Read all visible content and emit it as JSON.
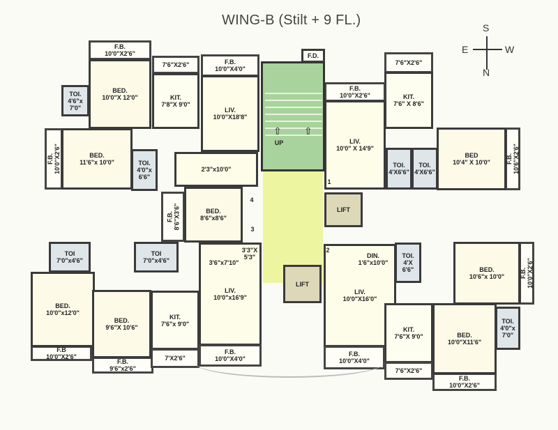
{
  "title": "WING-B (Stilt + 9 FL.)",
  "compass": {
    "north": "N",
    "south": "S",
    "east": "E",
    "west": "W"
  },
  "core": {
    "fire_duct": "F.D.",
    "stair_up": "UP",
    "lift_a": "LIFT",
    "lift_b": "LIFT",
    "flat_1": "1",
    "flat_2": "2",
    "flat_3": "3",
    "flat_4": "4"
  },
  "rooms": {
    "tl_fb_top": {
      "name": "F.B.",
      "size": "10'0\"X2'6\""
    },
    "tl_bed1": {
      "name": "BED.",
      "size": "10'0\"X 12'0\""
    },
    "tl_toi1": {
      "name": "TOI.",
      "size": "4'6\"x 7'0\""
    },
    "tl_kit_fb": {
      "name": "",
      "size": "7'6\"X2'6\""
    },
    "tl_kit": {
      "name": "KIT.",
      "size": "7'8\"X 9'0\""
    },
    "tl_liv_fb": {
      "name": "F.B.",
      "size": "10'0\"X4'0\""
    },
    "tl_liv": {
      "name": "LIV.",
      "size": "10'0\"X18'8\""
    },
    "tl_dining": {
      "name": "",
      "size": "2'3\"x10'0\""
    },
    "tl_fb_side": {
      "name": "F.B.",
      "size": "10'0\"X2'6\""
    },
    "tl_bed2": {
      "name": "BED.",
      "size": "11'6\"x 10'0\""
    },
    "tl_toi2": {
      "name": "TOI.",
      "size": "4'0\"x 6'6\""
    },
    "tl_fb_small": {
      "name": "F.B.",
      "size": "8'6\"X3'6\""
    },
    "tl_bed3": {
      "name": "BED.",
      "size": "8'6\"x8'6\""
    },
    "tr_kit_fb": {
      "name": "",
      "size": "7'6\"X2'6\""
    },
    "tr_kit": {
      "name": "KIT.",
      "size": "7'6\" X 8'6\""
    },
    "tr_liv_fb": {
      "name": "F.B.",
      "size": "10'0\"X2'6\""
    },
    "tr_liv": {
      "name": "LIV.",
      "size": "10'0\" X 14'9\""
    },
    "tr_toi1": {
      "name": "TOI.",
      "size": "4'X6'6\""
    },
    "tr_toi2": {
      "name": "TOI.",
      "size": "4'X6'6\""
    },
    "tr_bed": {
      "name": "BED",
      "size": "10'4\" X 10'0\""
    },
    "tr_fb_side": {
      "name": "F.B.",
      "size": "10'6\"X2'6\""
    },
    "bl_toi1": {
      "name": "TOI",
      "size": "7'0\"x4'6\""
    },
    "bl_toi2": {
      "name": "TOI",
      "size": "7'0\"x4'6\""
    },
    "bl_bed1": {
      "name": "BED.",
      "size": "10'0\"x12'0\""
    },
    "bl_bed2": {
      "name": "BED.",
      "size": "9'6\"X 10'6\""
    },
    "bl_fb1": {
      "name": "F.B",
      "size": "10'0\"X2'6\""
    },
    "bl_fb2": {
      "name": "F.B.",
      "size": "9'6\"x2'6\""
    },
    "bl_kit": {
      "name": "KIT.",
      "size": "7'6\"x 9'0\""
    },
    "bl_kit_fb": {
      "name": "",
      "size": "7'X2'6\""
    },
    "bl_liv": {
      "name": "LIV.",
      "size": "10'0\"x16'9\""
    },
    "bl_liv_fb": {
      "name": "F.B.",
      "size": "10'0\"X4'0\""
    },
    "bl_passage": {
      "name": "",
      "size": "3'3\"X 5'3\""
    },
    "bl_dining": {
      "name": "",
      "size": "3'6\"x7'10\""
    },
    "br_din": {
      "name": "DIN.",
      "size": "1'6\"x10'0\""
    },
    "br_liv": {
      "name": "LIV.",
      "size": "10'0\"X16'0\""
    },
    "br_toi1": {
      "name": "TOI.",
      "size": "4'X 6'6\""
    },
    "br_bed1": {
      "name": "BED.",
      "size": "10'6\"x 10'0\""
    },
    "br_fb_side": {
      "name": "F.B.",
      "size": "10'0\"X2'6\""
    },
    "br_kit": {
      "name": "KIT.",
      "size": "7'6\"X 9'0\""
    },
    "br_kit_fb": {
      "name": "",
      "size": "7'6\"X2'6\""
    },
    "br_liv_fb": {
      "name": "F.B.",
      "size": "10'0\"X4'0\""
    },
    "br_bed2": {
      "name": "BED.",
      "size": "10'0\"X11'6\""
    },
    "br_toi2": {
      "name": "TOI.",
      "size": "4'0\"x 7'0\""
    },
    "br_fb_bottom": {
      "name": "F.B.",
      "size": "10'0\"X2'6\""
    }
  }
}
